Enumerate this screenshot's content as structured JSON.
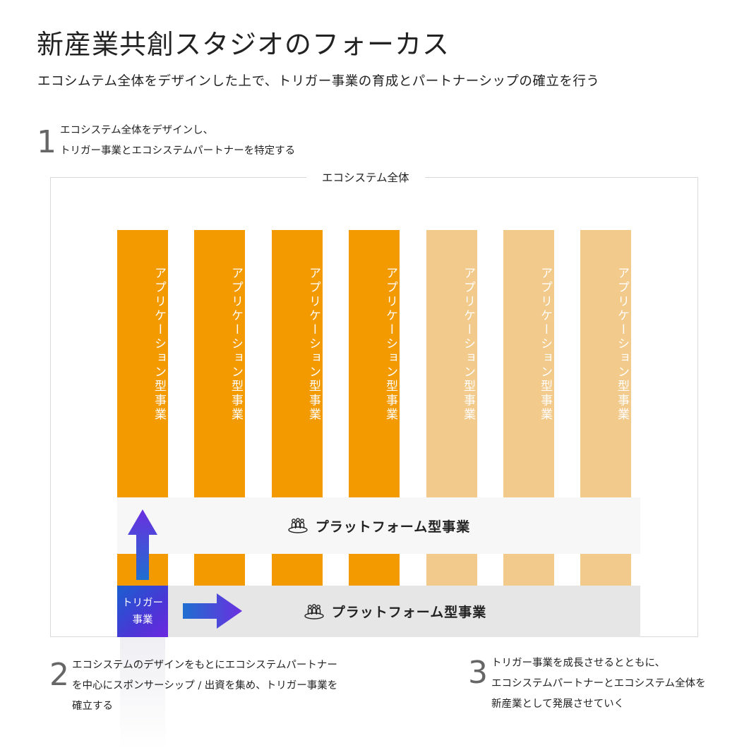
{
  "title": "新産業共創スタジオのフォーカス",
  "subtitle": "エコシムテム全体をデザインした上で、トリガー事業の育成とパートナーシップの確立を行う",
  "steps": [
    {
      "num": "1",
      "lines": [
        "エコシステム全体をデザインし、",
        "トリガー事業とエコシステムパートナーを特定する"
      ]
    },
    {
      "num": "2",
      "lines": [
        "エコシステムのデザインをもとにエコシステムパートナー",
        "を中心にスポンサーシップ / 出資を集め、トリガー事業を",
        "確立する"
      ]
    },
    {
      "num": "3",
      "lines": [
        "トリガー事業を成長させるとともに、",
        "エコシステムパートナーとエコシステム全体を",
        "新産業として発展させていく"
      ]
    }
  ],
  "ecosystem_label": "エコシステム全体",
  "columns": [
    {
      "label": "アプリケーション型事業",
      "tone": "dark"
    },
    {
      "label": "アプリケーション型事業",
      "tone": "dark"
    },
    {
      "label": "アプリケーション型事業",
      "tone": "dark"
    },
    {
      "label": "アプリケーション型事業",
      "tone": "dark"
    },
    {
      "label": "アプリケーション型事業",
      "tone": "light"
    },
    {
      "label": "アプリケーション型事業",
      "tone": "light"
    },
    {
      "label": "アプリケーション型事業",
      "tone": "light"
    }
  ],
  "platform_upper": {
    "label": "プラットフォーム型事業",
    "icon": "people-group-icon"
  },
  "platform_lower": {
    "label": "プラットフォーム型事業",
    "icon": "people-group-icon"
  },
  "trigger": {
    "lines": [
      "トリガー",
      "事業"
    ]
  },
  "colors": {
    "orange": "#f29a00",
    "orange_light": "#f2ca8c",
    "gradient_blue": "#1a5fcf",
    "gradient_purple": "#6d28e0"
  }
}
